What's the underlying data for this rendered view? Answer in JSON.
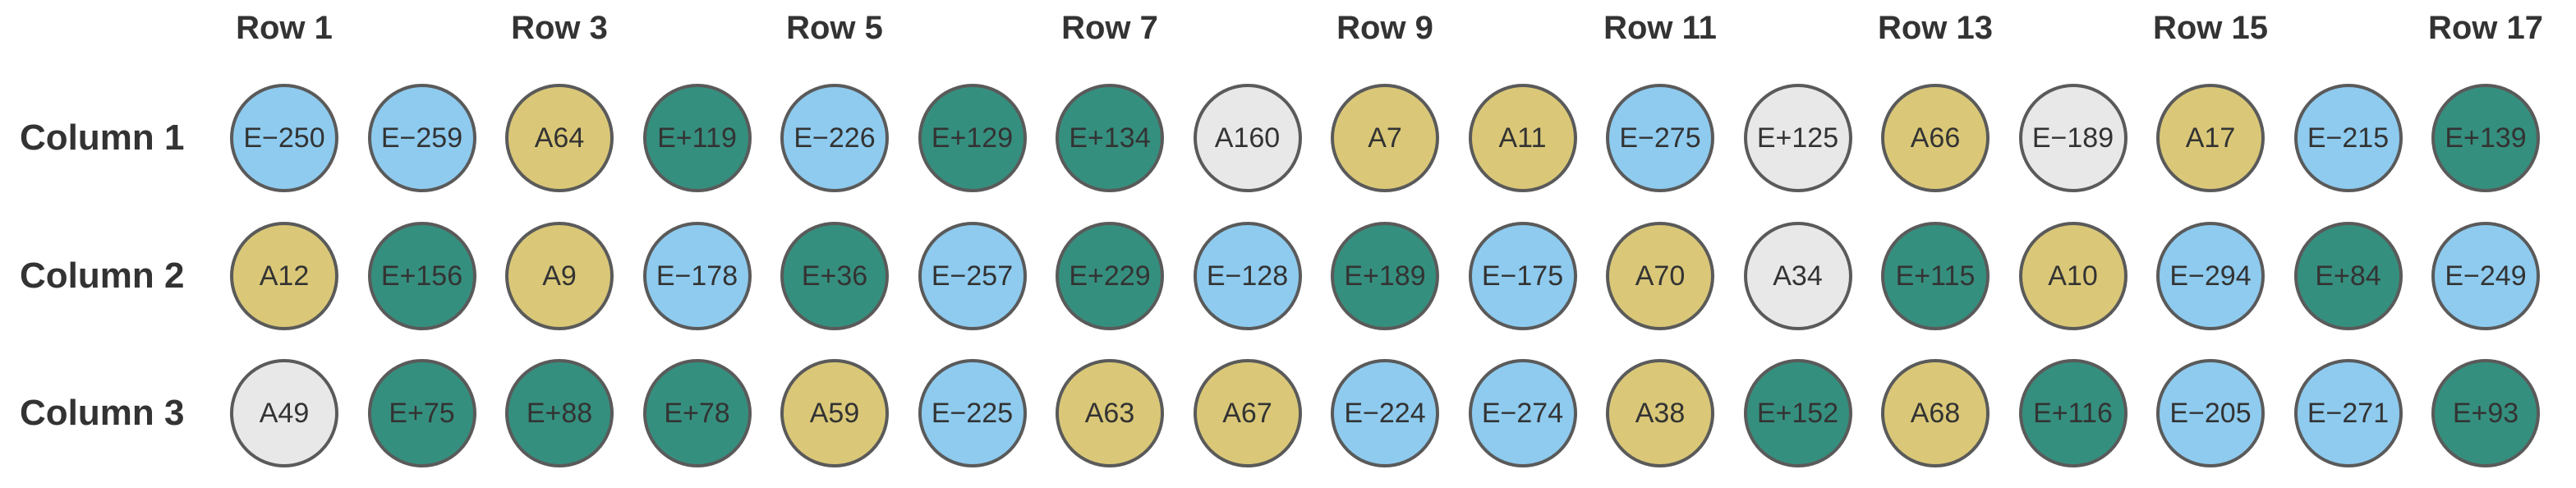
{
  "colors": {
    "E-": "#8ecbef",
    "E+": "#358f7e",
    "A": "#dac878",
    "blank": "#e8e8e8",
    "outline": "#5a5a5a",
    "text": "#333333"
  },
  "header_labels": [
    "Row 1",
    "Row 3",
    "Row 5",
    "Row 7",
    "Row 9",
    "Row 11",
    "Row 13",
    "Row 15",
    "Row 17"
  ],
  "columns": [
    {
      "label": "Column 1",
      "wells": [
        {
          "text": "E−250",
          "kind": "E-"
        },
        {
          "text": "E−259",
          "kind": "E-"
        },
        {
          "text": "A64",
          "kind": "A"
        },
        {
          "text": "E+119",
          "kind": "E+"
        },
        {
          "text": "E−226",
          "kind": "E-"
        },
        {
          "text": "E+129",
          "kind": "E+"
        },
        {
          "text": "E+134",
          "kind": "E+"
        },
        {
          "text": "A160",
          "kind": "blank"
        },
        {
          "text": "A7",
          "kind": "A"
        },
        {
          "text": "A11",
          "kind": "A"
        },
        {
          "text": "E−275",
          "kind": "E-"
        },
        {
          "text": "E+125",
          "kind": "blank"
        },
        {
          "text": "A66",
          "kind": "A"
        },
        {
          "text": "E−189",
          "kind": "blank"
        },
        {
          "text": "A17",
          "kind": "A"
        },
        {
          "text": "E−215",
          "kind": "E-"
        },
        {
          "text": "E+139",
          "kind": "E+"
        }
      ]
    },
    {
      "label": "Column 2",
      "wells": [
        {
          "text": "A12",
          "kind": "A"
        },
        {
          "text": "E+156",
          "kind": "E+"
        },
        {
          "text": "A9",
          "kind": "A"
        },
        {
          "text": "E−178",
          "kind": "E-"
        },
        {
          "text": "E+36",
          "kind": "E+"
        },
        {
          "text": "E−257",
          "kind": "E-"
        },
        {
          "text": "E+229",
          "kind": "E+"
        },
        {
          "text": "E−128",
          "kind": "E-"
        },
        {
          "text": "E+189",
          "kind": "E+"
        },
        {
          "text": "E−175",
          "kind": "E-"
        },
        {
          "text": "A70",
          "kind": "A"
        },
        {
          "text": "A34",
          "kind": "blank"
        },
        {
          "text": "E+115",
          "kind": "E+"
        },
        {
          "text": "A10",
          "kind": "A"
        },
        {
          "text": "E−294",
          "kind": "E-"
        },
        {
          "text": "E+84",
          "kind": "E+"
        },
        {
          "text": "E−249",
          "kind": "E-"
        }
      ]
    },
    {
      "label": "Column 3",
      "wells": [
        {
          "text": "A49",
          "kind": "blank"
        },
        {
          "text": "E+75",
          "kind": "E+"
        },
        {
          "text": "E+88",
          "kind": "E+"
        },
        {
          "text": "E+78",
          "kind": "E+"
        },
        {
          "text": "A59",
          "kind": "A"
        },
        {
          "text": "E−225",
          "kind": "E-"
        },
        {
          "text": "A63",
          "kind": "A"
        },
        {
          "text": "A67",
          "kind": "A"
        },
        {
          "text": "E−224",
          "kind": "E-"
        },
        {
          "text": "E−274",
          "kind": "E-"
        },
        {
          "text": "A38",
          "kind": "A"
        },
        {
          "text": "E+152",
          "kind": "E+"
        },
        {
          "text": "A68",
          "kind": "A"
        },
        {
          "text": "E+116",
          "kind": "E+"
        },
        {
          "text": "E−205",
          "kind": "E-"
        },
        {
          "text": "E−271",
          "kind": "E-"
        },
        {
          "text": "E+93",
          "kind": "E+"
        }
      ]
    }
  ]
}
